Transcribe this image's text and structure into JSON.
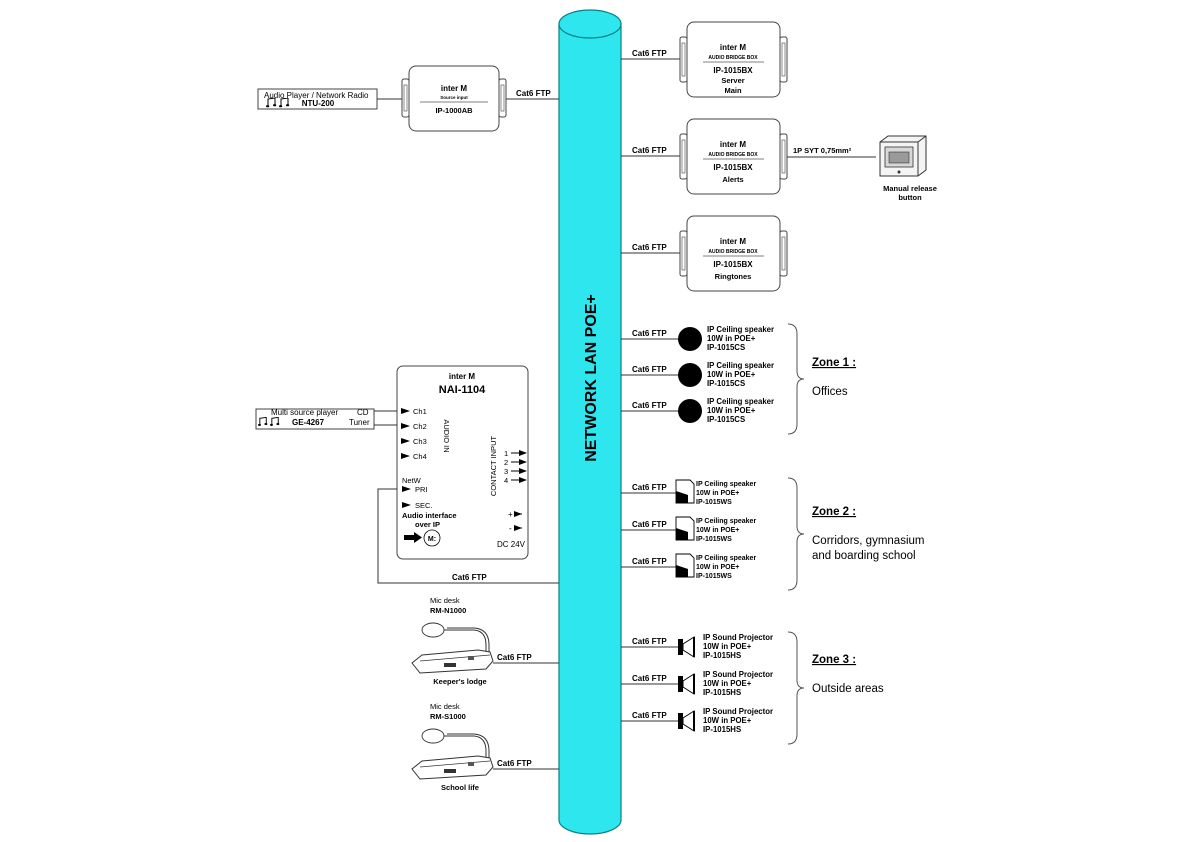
{
  "backbone": {
    "label": "NETWORK LAN POE+",
    "fill": "#2ee6ee",
    "stroke": "#0a7f86"
  },
  "cable": "Cat6 FTP",
  "brand": "inter M",
  "source": {
    "label_top": "Audio Player / Network Radio",
    "label_model": "NTU-200",
    "box_caption": "Source input",
    "box_model": "IP-1000AB"
  },
  "bridges": [
    {
      "caption": "AUDIO BRIDGE BOX",
      "model": "IP-1015BX",
      "line1": "Server",
      "line2": "Main"
    },
    {
      "caption": "AUDIO BRIDGE BOX",
      "model": "IP-1015BX",
      "line1": "Alerts",
      "line2": ""
    },
    {
      "caption": "AUDIO BRIDGE BOX",
      "model": "IP-1015BX",
      "line1": "Ringtones",
      "line2": ""
    }
  ],
  "alerts_link": "1P SYT 0,75mm²",
  "manual_button": {
    "line1": "Manual release",
    "line2": "button"
  },
  "nai": {
    "model": "NAI-1104",
    "channels": [
      "Ch1",
      "Ch2",
      "Ch3",
      "Ch4"
    ],
    "audio_in": "AUDIO IN",
    "contact_input": "CONTACT INPUT",
    "contacts": [
      "1",
      "2",
      "3",
      "4"
    ],
    "netw": "NetW",
    "pri": "PRI",
    "sec": "SEC.",
    "desc1": "Audio interface",
    "desc2": "over IP",
    "plus": "+",
    "minus": "-",
    "dc": "DC 24V",
    "mic": "M:"
  },
  "multi_source": {
    "label": "Multi source player",
    "model": "GE-4267",
    "cd": "CD",
    "tuner": "Tuner"
  },
  "zones": [
    {
      "title": "Zone 1 :",
      "desc1": "Offices",
      "desc2": "",
      "devices": [
        {
          "name": "IP Ceiling speaker",
          "power": "10W in POE+",
          "model": "IP-1015CS"
        },
        {
          "name": "IP Ceiling speaker",
          "power": "10W in POE+",
          "model": "IP-1015CS"
        },
        {
          "name": "IP Ceiling speaker",
          "power": "10W in POE+",
          "model": "IP-1015CS"
        }
      ]
    },
    {
      "title": "Zone 2 :",
      "desc1": "Corridors, gymnasium",
      "desc2": "and boarding school",
      "devices": [
        {
          "name": "IP Ceiling speaker",
          "power": "10W in POE+",
          "model": "IP-1015WS"
        },
        {
          "name": "IP Ceiling speaker",
          "power": "10W in POE+",
          "model": "IP-1015WS"
        },
        {
          "name": "IP Ceiling speaker",
          "power": "10W in POE+",
          "model": "IP-1015WS"
        }
      ]
    },
    {
      "title": "Zone 3 :",
      "desc1": "Outside areas",
      "desc2": "",
      "devices": [
        {
          "name": "IP Sound Projector",
          "power": "10W in POE+",
          "model": "IP-1015HS"
        },
        {
          "name": "IP Sound Projector",
          "power": "10W in POE+",
          "model": "IP-1015HS"
        },
        {
          "name": "IP Sound Projector",
          "power": "10W in POE+",
          "model": "IP-1015HS"
        }
      ]
    }
  ],
  "mics": [
    {
      "label": "Mic desk",
      "model": "RM-N1000",
      "location": "Keeper's lodge"
    },
    {
      "label": "Mic desk",
      "model": "RM-S1000",
      "location": "School life"
    }
  ]
}
